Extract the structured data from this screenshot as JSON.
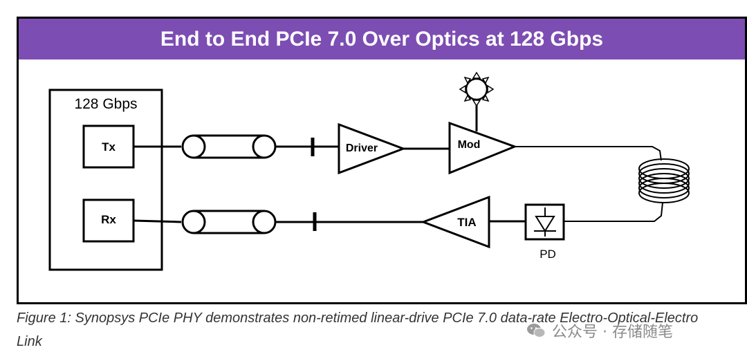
{
  "title": "End to End PCIe 7.0 Over Optics at 128 Gbps",
  "diagram": {
    "box_label": "128 Gbps",
    "tx_label": "Tx",
    "rx_label": "Rx",
    "driver_label": "Driver",
    "mod_label": "Mod",
    "tia_label": "TIA",
    "pd_label": "PD"
  },
  "caption": "Figure 1: Synopsys PCIe PHY demonstrates non-retimed linear-drive PCIe 7.0 data-rate Electro-Optical-Electro Link",
  "watermark": "公众号 · 存储随笔",
  "colors": {
    "banner": "#7c4db2",
    "line": "#000000"
  }
}
